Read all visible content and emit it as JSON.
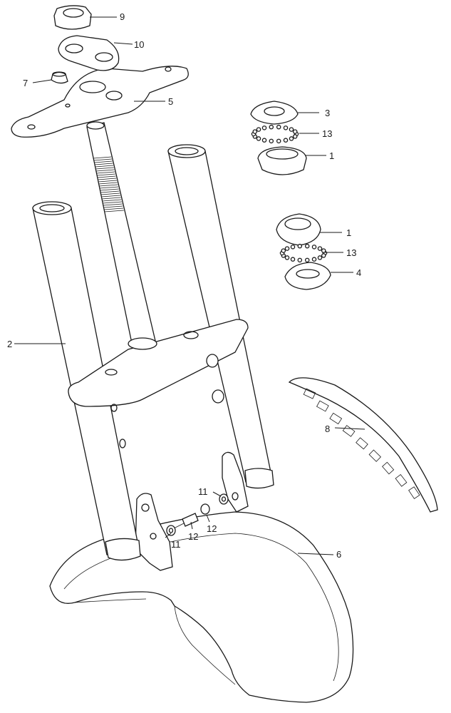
{
  "callouts": {
    "c9": "9",
    "c10": "10",
    "c7": "7",
    "c5": "5",
    "c3": "3",
    "c13a": "13",
    "c1a": "1",
    "c1b": "1",
    "c13b": "13",
    "c4": "4",
    "c2": "2",
    "c8": "8",
    "c11a": "11",
    "c12a": "12",
    "c11b": "11",
    "c12b": "12",
    "c6": "6"
  },
  "colors": {
    "line": "#1a1a1a",
    "background": "#ffffff"
  }
}
